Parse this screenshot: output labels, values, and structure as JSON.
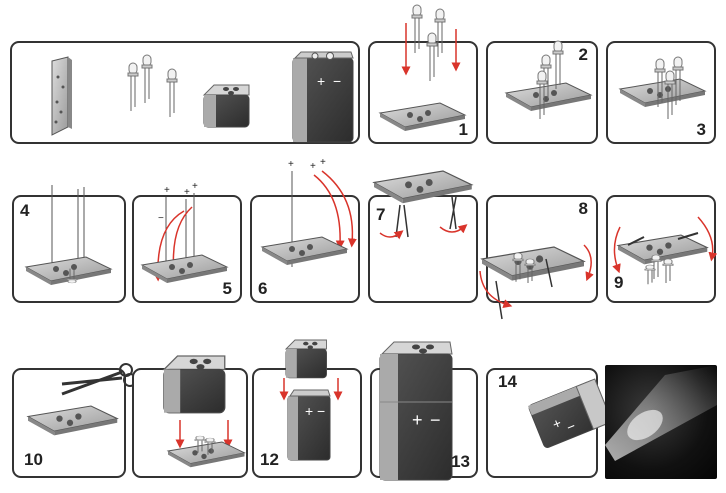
{
  "steps": [
    "1",
    "2",
    "3",
    "4",
    "5",
    "6",
    "7",
    "8",
    "9",
    "10",
    "12",
    "13",
    "14"
  ],
  "battery": {
    "plus": "+",
    "minus": "−"
  },
  "wire_signs": {
    "plus": "+",
    "minus": "−"
  },
  "colors": {
    "arrow": "#d9342b",
    "frame": "#333333",
    "metal": "#b9b9b9",
    "dark": "#3d3d3d"
  }
}
